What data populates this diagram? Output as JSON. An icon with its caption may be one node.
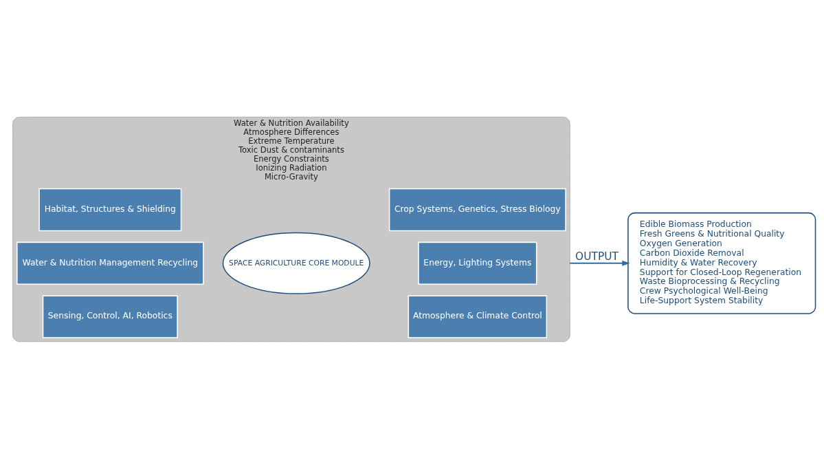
{
  "diagram": {
    "nodes": [
      {
        "text": [
          "Water & Nutrition Availability",
          "Atmosphere Differences",
          "Extreme Temperature",
          "Toxic Dust & contaminants",
          "Energy Constraints",
          "Ionizing Radiation",
          "Micro-Gravity"
        ]
      },
      {
        "text": [
          "Habitat, Structures & Shielding"
        ],
        "in": 0
      },
      {
        "text": [
          "Atmosphere & Climate Control"
        ],
        "in": 0
      },
      {
        "text": [
          "Water & Nutrition Management Recycling"
        ],
        "in": 0
      },
      {
        "text": [
          "SPACE AGRICULTURE CORE MODULE"
        ],
        "in": 0
      },
      {
        "text": [
          "Energy, Lighting Systems"
        ],
        "in": 0
      },
      {
        "text": [
          "Sensing, Control, AI, Robotics"
        ],
        "in": 0
      },
      {
        "text": [
          "Crop Systems, Genetics, Stress Biology"
        ],
        "in": 0
      },
      {
        "text": [
          "Edible Biomass Production",
          "Fresh Greens & Nutritional Quality",
          "Oxygen Generation",
          "Carbon Dioxide Removal",
          "Humidity & Water Recovery",
          "Support for Closed-Loop Regeneration",
          "Waste Bioprocessing & Recycling",
          "Crew Psychological Well-Being",
          "Life-Support System Stability"
        ]
      }
    ],
    "edges": [
      {
        "from": 0,
        "to": 8,
        "arrow": "to",
        "label": "OUTPUT"
      }
    ]
  }
}
